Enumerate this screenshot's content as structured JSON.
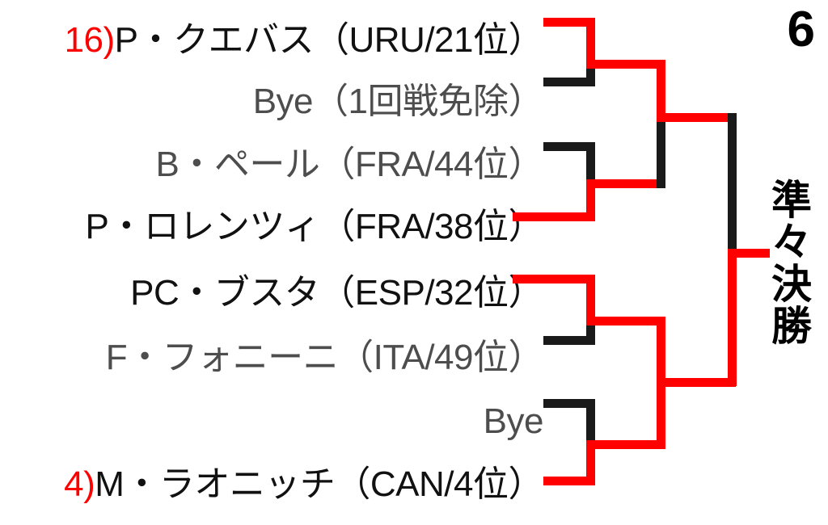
{
  "page": {
    "number": "6",
    "round_label_chars": [
      "準",
      "々",
      "決",
      "勝"
    ],
    "round_label": "準々決勝"
  },
  "colors": {
    "winner_line": "#ff0000",
    "loser_line": "#1a1a1a",
    "seed_text": "#ff0000",
    "name_text": "#4d4d4d",
    "background": "#ffffff"
  },
  "bracket": {
    "players": [
      {
        "seed": "16)",
        "name": "P・クエバス（URU/21位）",
        "country": "URU",
        "rank": "21位",
        "winner": true
      },
      {
        "seed": "",
        "name": "Bye（1回戦免除）",
        "country": "",
        "rank": "",
        "winner": false
      },
      {
        "seed": "",
        "name": "B・ペール（FRA/44位）",
        "country": "FRA",
        "rank": "44位",
        "winner": false
      },
      {
        "seed": "",
        "name": "P・ロレンツィ（FRA/38位）",
        "country": "FRA",
        "rank": "38位",
        "winner": true
      },
      {
        "seed": "",
        "name": "PC・ブスタ（ESP/32位）",
        "country": "ESP",
        "rank": "32位",
        "winner": true
      },
      {
        "seed": "",
        "name": "F・フォニーニ（ITA/49位）",
        "country": "ITA",
        "rank": "49位",
        "winner": false
      },
      {
        "seed": "",
        "name": "Bye",
        "country": "",
        "rank": "",
        "winner": false
      },
      {
        "seed": "4)",
        "name": "M・ラオニッチ（CAN/4位）",
        "country": "CAN",
        "rank": "4位",
        "winner": true
      }
    ]
  }
}
